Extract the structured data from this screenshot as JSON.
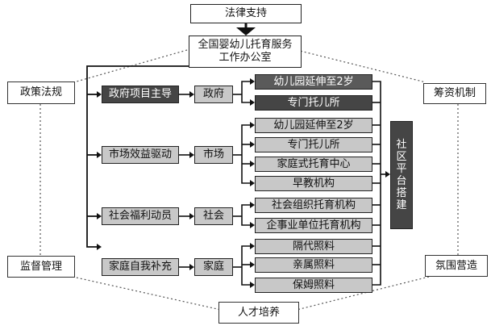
{
  "top": {
    "law_support": "法律支持",
    "office_line1": "全国婴幼儿托育服务",
    "office_line2": "工作办公室"
  },
  "corners": {
    "policy": "政策法规",
    "funding": "筹资机制",
    "supervision": "监督管理",
    "atmosphere": "氛围营造",
    "talent": "人才培养"
  },
  "drivers": [
    {
      "label": "政府项目主导",
      "actor": "政府",
      "services": [
        "幼儿园延伸至2岁",
        "专门托儿所"
      ]
    },
    {
      "label": "市场效益驱动",
      "actor": "市场",
      "services": [
        "幼儿园延伸至2岁",
        "专门托儿所",
        "家庭式托育中心",
        "早教机构"
      ]
    },
    {
      "label": "社会福利动员",
      "actor": "社会",
      "services": [
        "社会组织托育机构",
        "企事业单位托育机构"
      ]
    },
    {
      "label": "家庭自我补充",
      "actor": "家庭",
      "services": [
        "隔代照料",
        "亲属照料",
        "保姆照料"
      ]
    }
  ],
  "platform": {
    "label_chars": [
      "社",
      "区",
      "平",
      "台",
      "搭",
      "建"
    ]
  }
}
